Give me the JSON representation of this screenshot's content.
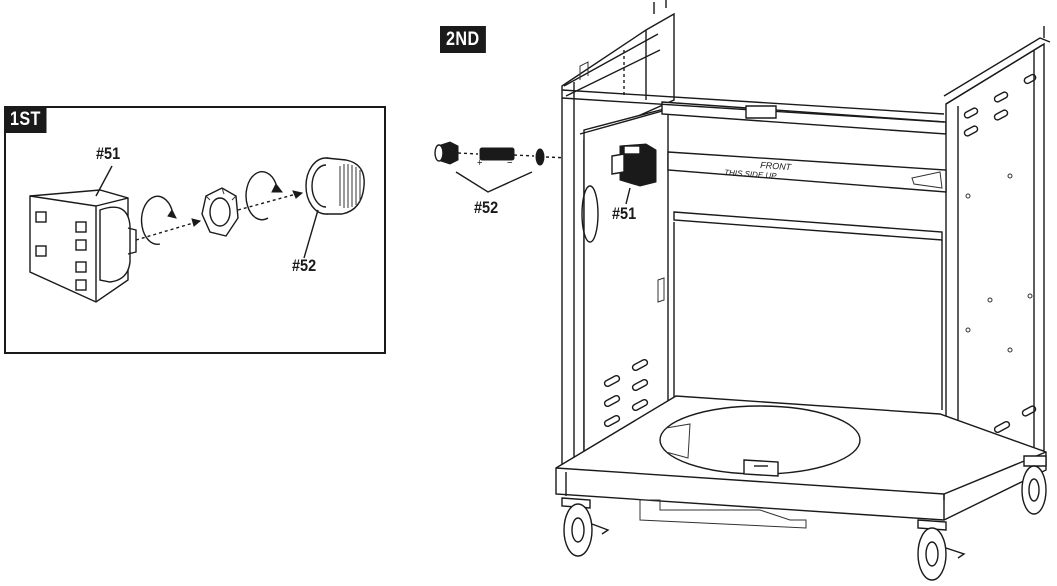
{
  "steps": [
    {
      "tag": "1ST"
    },
    {
      "tag": "2ND"
    }
  ],
  "callouts": {
    "step1_part_a": "#51",
    "step1_part_b": "#52",
    "step2_part_a": "#51",
    "step2_part_b": "#52"
  },
  "cart_labels": {
    "front_text": "FRONT",
    "side_up_text": "THIS SIDE UP"
  },
  "battery_marks": {
    "plus": "+",
    "minus": "−"
  }
}
